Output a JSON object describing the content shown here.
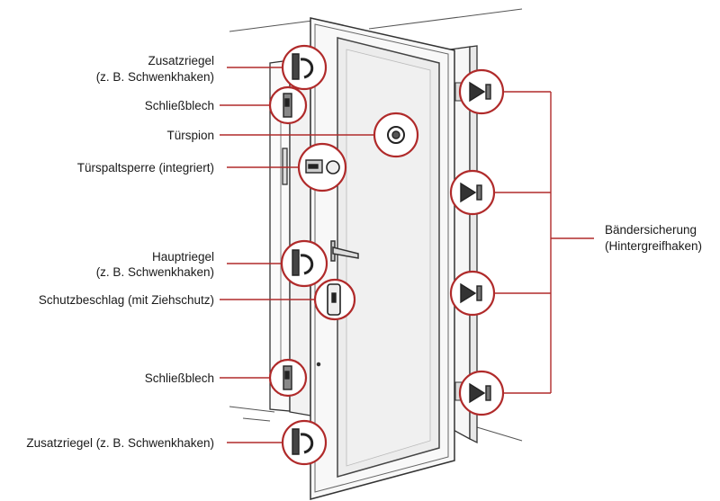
{
  "labels": {
    "zusatzriegel_top_1": "Zusatzriegel",
    "zusatzriegel_top_2": "(z. B. Schwenkhaken)",
    "schliessblech_top": "Schließblech",
    "tuerspion": "Türspion",
    "tuerspaltsperre": "Türspaltsperre (integriert)",
    "hauptriegel_1": "Hauptriegel",
    "hauptriegel_2": "(z. B. Schwenkhaken)",
    "schutzbeschlag": "Schutzbeschlag (mit Ziehschutz)",
    "schliessblech_bottom": "Schließblech",
    "zusatzriegel_bottom": "Zusatzriegel (z. B. Schwenkhaken)",
    "baendersicherung_1": "Bändersicherung",
    "baendersicherung_2": "(Hintergreifhaken)"
  },
  "colors": {
    "callout_red": "#b02a2a",
    "line_art": "#333333",
    "glass_fill": "#ececec"
  }
}
